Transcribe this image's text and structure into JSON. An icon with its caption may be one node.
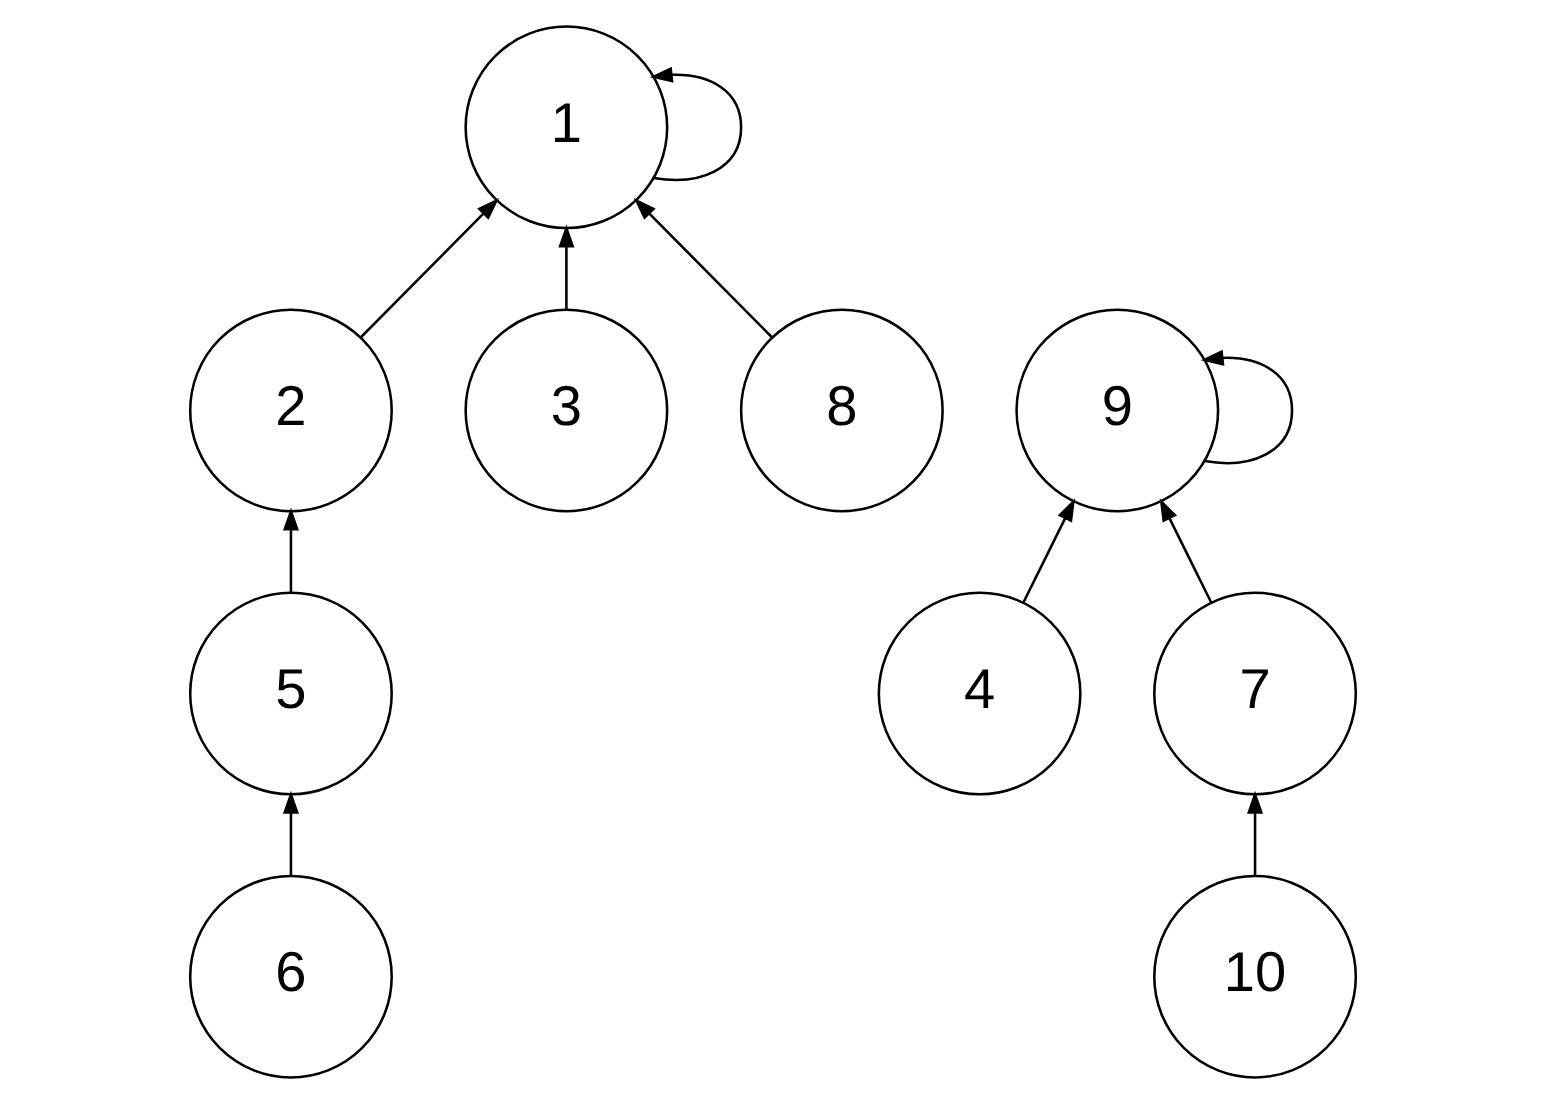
{
  "diagram": {
    "nodes": [
      {
        "text": [
          "1"
        ]
      },
      {
        "text": [
          "9"
        ]
      },
      {
        "text": [
          "2"
        ]
      },
      {
        "text": [
          "3"
        ]
      },
      {
        "text": [
          "8"
        ]
      },
      {
        "text": [
          "4"
        ]
      },
      {
        "text": [
          "7"
        ]
      },
      {
        "text": [
          "5"
        ]
      },
      {
        "text": [
          "10"
        ]
      },
      {
        "text": [
          "6"
        ]
      }
    ],
    "edges": [
      {
        "from": 0,
        "to": 0,
        "arrow": "to"
      },
      {
        "from": 1,
        "to": 1,
        "arrow": "to"
      },
      {
        "from": 2,
        "to": 0,
        "arrow": "to"
      },
      {
        "from": 3,
        "to": 0,
        "arrow": "to"
      },
      {
        "from": 4,
        "to": 0,
        "arrow": "to"
      },
      {
        "from": 5,
        "to": 1,
        "arrow": "to"
      },
      {
        "from": 6,
        "to": 1,
        "arrow": "to"
      },
      {
        "from": 7,
        "to": 2,
        "arrow": "to"
      },
      {
        "from": 9,
        "to": 7,
        "arrow": "to"
      },
      {
        "from": 8,
        "to": 6,
        "arrow": "to"
      }
    ]
  }
}
